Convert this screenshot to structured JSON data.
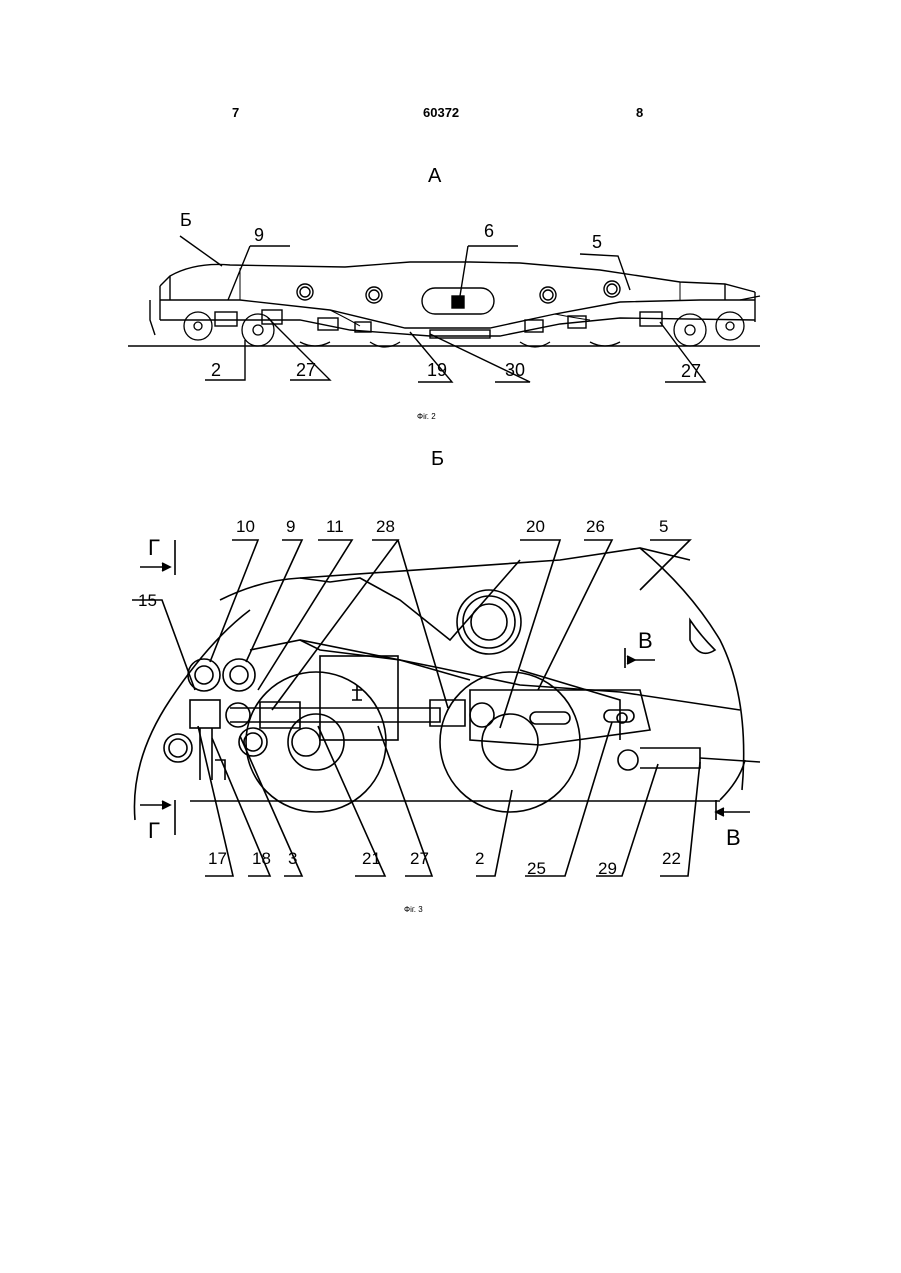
{
  "header": {
    "page_left": "7",
    "patent_number": "60372",
    "page_right": "8"
  },
  "fig2": {
    "view_label": "А",
    "caption": "Фіг. 2",
    "callouts": [
      "Б",
      "9",
      "6",
      "5",
      "2",
      "27",
      "19",
      "30",
      "27"
    ]
  },
  "fig3": {
    "view_label": "Б",
    "caption": "Фіг. 3",
    "top_callouts": [
      "10",
      "9",
      "11",
      "28",
      "20",
      "26",
      "5"
    ],
    "left_callout": "15",
    "bottom_callouts": [
      "17",
      "18",
      "3",
      "21",
      "27",
      "2",
      "25",
      "29",
      "22"
    ],
    "section_marks": [
      "Г",
      "Г",
      "В",
      "В"
    ]
  }
}
